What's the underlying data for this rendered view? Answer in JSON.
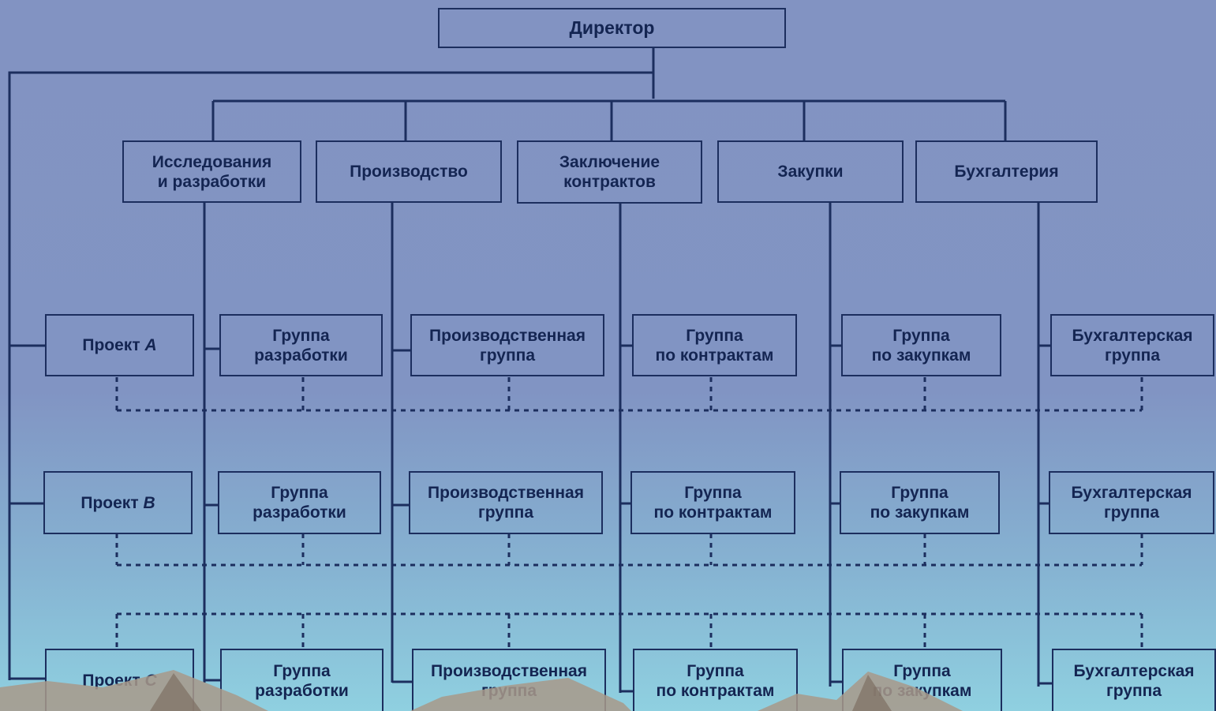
{
  "director": "Директор",
  "departments": [
    {
      "line1": "Исследования",
      "line2": "и разработки"
    },
    {
      "line1": "Производство",
      "line2": ""
    },
    {
      "line1": "Заключение",
      "line2": "контрактов"
    },
    {
      "line1": "Закупки",
      "line2": ""
    },
    {
      "line1": "Бухгалтерия",
      "line2": ""
    }
  ],
  "projects": [
    {
      "prefix": "Проект",
      "letter": "A"
    },
    {
      "prefix": "Проект",
      "letter": "B"
    },
    {
      "prefix": "Проект",
      "letter": "C"
    }
  ],
  "groups": [
    {
      "line1": "Группа",
      "line2": "разработки"
    },
    {
      "line1": "Производственная",
      "line2": "группа"
    },
    {
      "line1": "Группа",
      "line2": "по контрактам"
    },
    {
      "line1": "Группа",
      "line2": "по закупкам"
    },
    {
      "line1": "Бухгалтерская",
      "line2": "группа"
    }
  ],
  "colors": {
    "line": "#1c2e5e",
    "text": "#142552"
  }
}
